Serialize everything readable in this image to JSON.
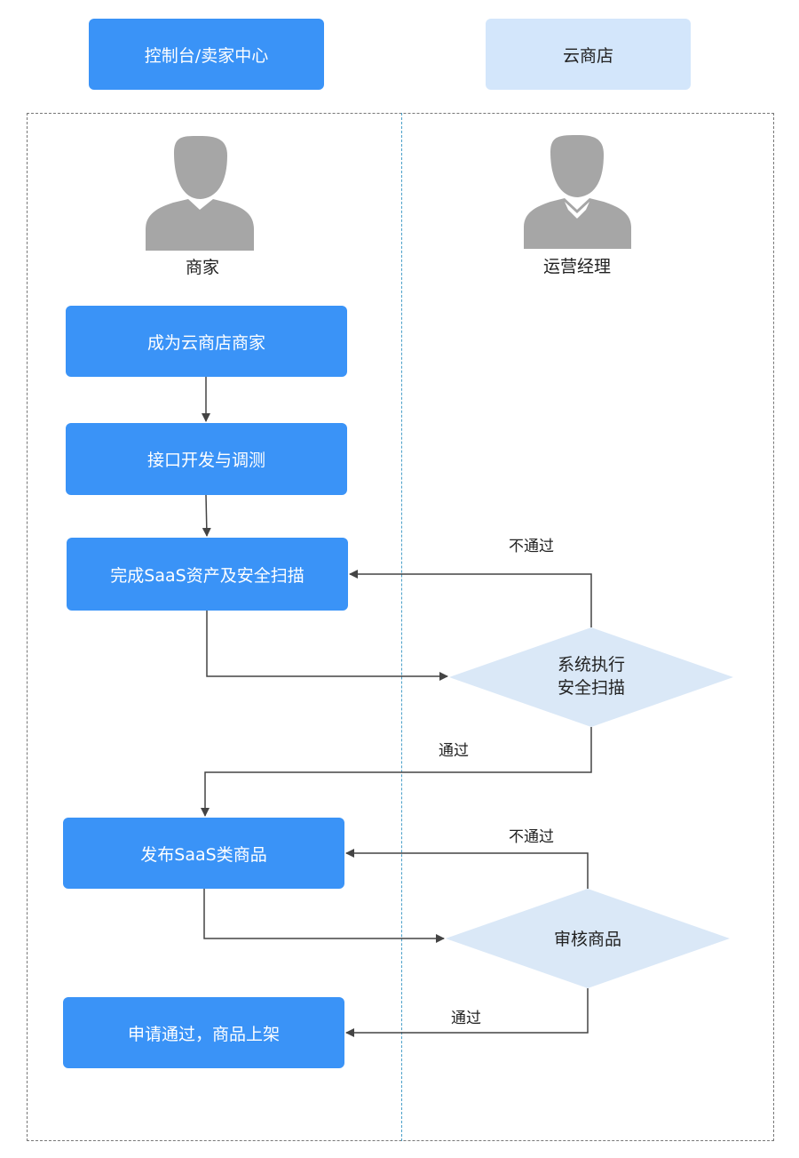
{
  "lanes": {
    "left_title": "控制台/卖家中心",
    "right_title": "云商店"
  },
  "roles": {
    "merchant": "商家",
    "manager": "运营经理"
  },
  "steps": {
    "become_merchant": "成为云商店商家",
    "api_dev": "接口开发与调测",
    "complete_assets": "完成SaaS资产及安全扫描",
    "publish": "发布SaaS类商品",
    "listed": "申请通过，商品上架"
  },
  "decisions": {
    "security_scan_line1": "系统执行",
    "security_scan_line2": "安全扫描",
    "review": "审核商品"
  },
  "edges": {
    "fail_1": "不通过",
    "pass_1": "通过",
    "fail_2": "不通过",
    "pass_2": "通过"
  },
  "colors": {
    "primary_blue": "#3a93f7",
    "light_blue": "#d3e6fb",
    "diamond": "#dae8f7",
    "person_gray": "#a6a6a6",
    "connector": "#444444"
  }
}
